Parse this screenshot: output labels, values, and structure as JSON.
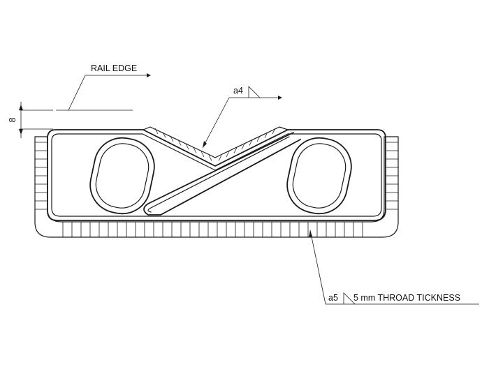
{
  "drawing": {
    "labels": {
      "rail_edge": "RAIL EDGE",
      "weld_top": "a4",
      "weld_bottom": "a5",
      "throat_note": "5 mm THROAD TICKNESS",
      "dim_value": "8"
    },
    "colors": {
      "line": "#1a1a1a",
      "background": "#ffffff"
    }
  }
}
